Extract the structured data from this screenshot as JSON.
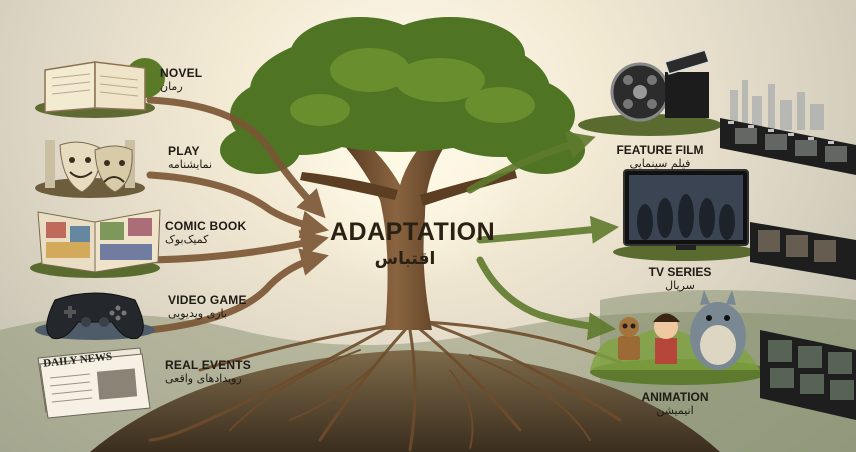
{
  "center": {
    "title": "ADAPTATION",
    "subtitle": "اقتباس"
  },
  "sources": [
    {
      "en": "NOVEL",
      "fa": "رمان"
    },
    {
      "en": "PLAY",
      "fa": "نمایشنامه"
    },
    {
      "en": "COMIC BOOK",
      "fa": "کمیک‌بوک"
    },
    {
      "en": "VIDEO GAME",
      "fa": "بازی ویدیویی"
    },
    {
      "en": "REAL EVENTS",
      "fa": "رویدادهای واقعی"
    }
  ],
  "outputs": [
    {
      "en": "FEATURE FILM",
      "fa": "فیلم سینمایی"
    },
    {
      "en": "TV SERIES",
      "fa": "سریال"
    },
    {
      "en": "ANIMATION",
      "fa": "انیمیشن"
    }
  ],
  "newspaper_headline": "DAILY NEWS",
  "colors": {
    "arrow": "#7a5533",
    "arrow_green": "#5f7a2c",
    "foliage": "#4f7424",
    "trunk": "#6b4a2b"
  },
  "icons": [
    "open-book-icon",
    "theater-masks-icon",
    "comic-book-icon",
    "gamepad-icon",
    "newspaper-icon",
    "film-reel-clapper-icon",
    "television-icon",
    "animation-characters-icon"
  ]
}
